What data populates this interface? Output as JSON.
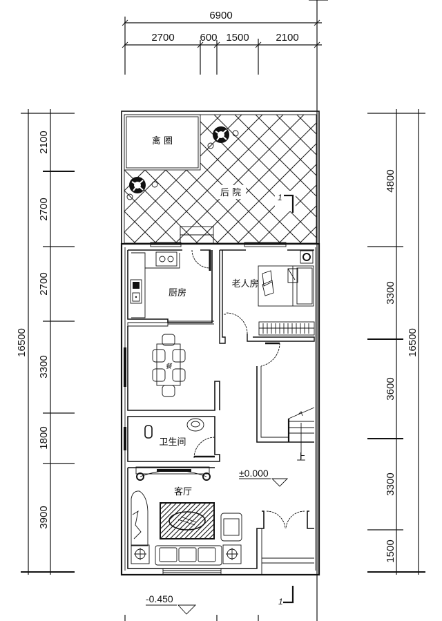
{
  "drawing": {
    "type": "floor-plan",
    "level_floor": "±0.000",
    "level_outdoor": "-0.450",
    "section_mark": "1",
    "stair_up_label": "上"
  },
  "dimensions": {
    "top_total": "6900",
    "top_segments": [
      "2700",
      "600",
      "1500",
      "2100"
    ],
    "left_total": "16500",
    "left_segments": [
      "2100",
      "2700",
      "2700",
      "3300",
      "1800",
      "3900"
    ],
    "right_total": "16500",
    "right_segments": [
      "4800",
      "3300",
      "3600",
      "3300",
      "1500"
    ]
  },
  "rooms": {
    "poultry_pen": "禽 圈",
    "backyard": "后 院",
    "kitchen": "厨房",
    "elder_room": "老人房",
    "dining": "餐",
    "bathroom": "卫生间",
    "living_room": "客厅"
  },
  "colors": {
    "line": "#111111",
    "background": "#ffffff"
  }
}
